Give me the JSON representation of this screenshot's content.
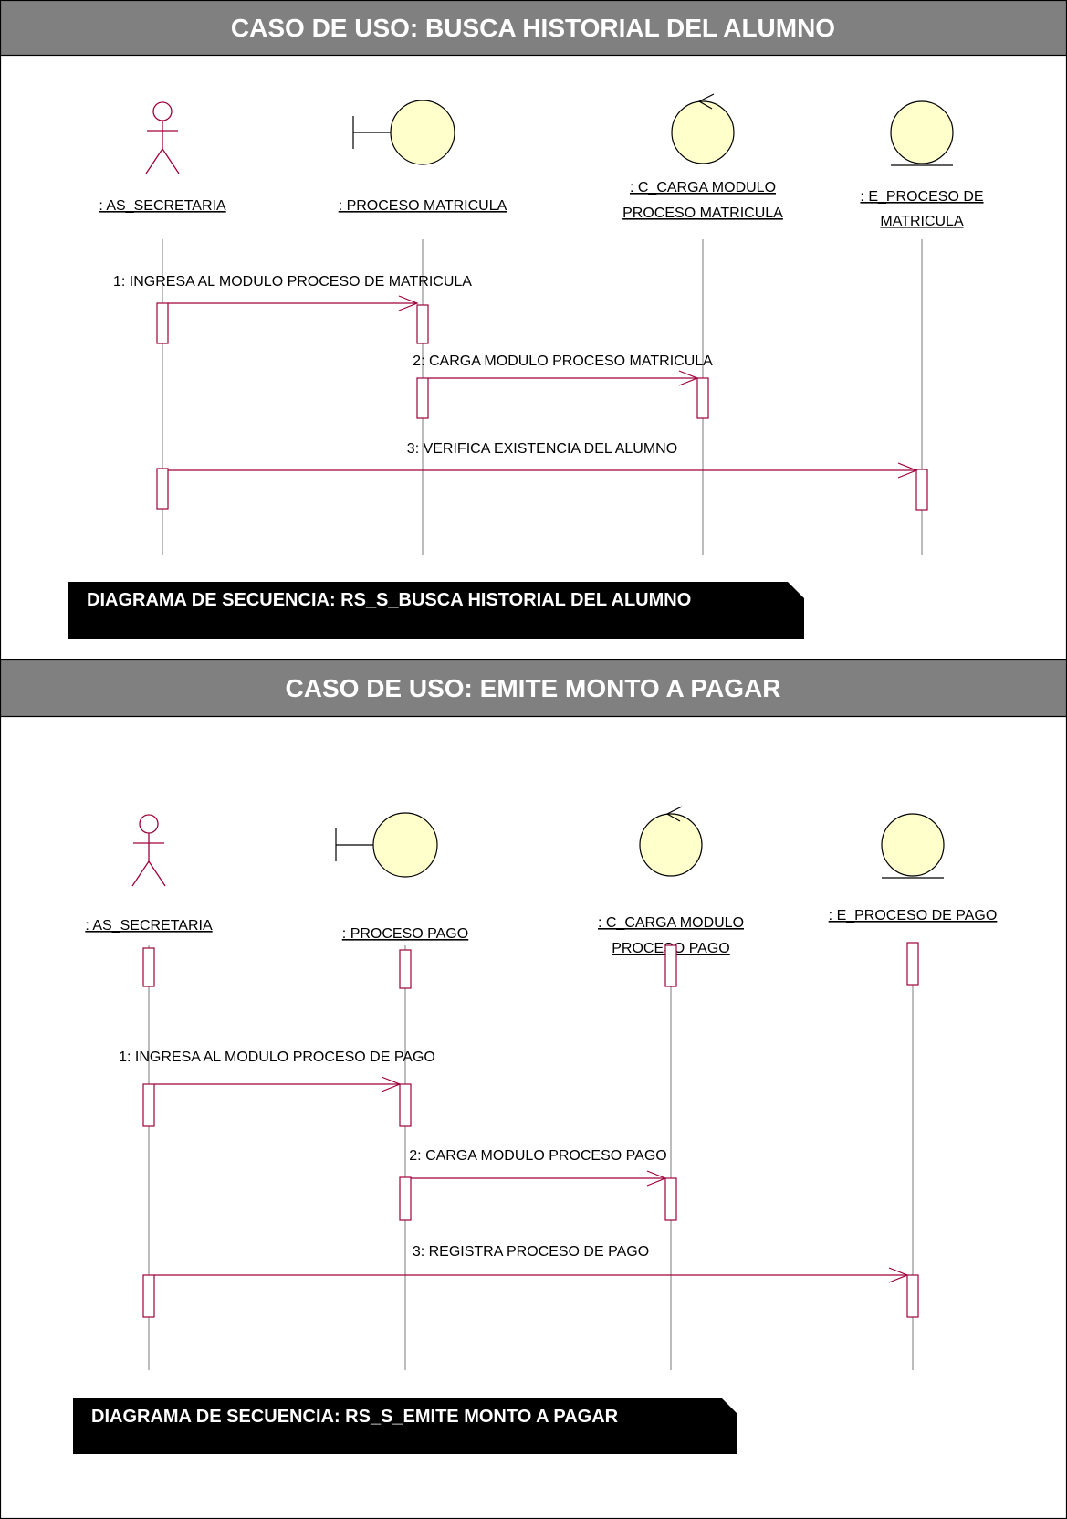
{
  "diagrams": [
    {
      "header": "CASO DE USO: BUSCA HISTORIAL DEL ALUMNO",
      "title": "DIAGRAMA DE SECUENCIA: RS_S_BUSCA HISTORIAL DEL ALUMNO",
      "participants": [
        {
          "kind": "actor",
          "label": [
            ": AS_SECRETARIA"
          ]
        },
        {
          "kind": "boundary",
          "label": [
            ": PROCESO MATRICULA"
          ]
        },
        {
          "kind": "control",
          "label": [
            ": C_CARGA MODULO",
            "PROCESO MATRICULA"
          ]
        },
        {
          "kind": "entity",
          "label": [
            ": E_PROCESO DE",
            "MATRICULA"
          ]
        }
      ],
      "messages": [
        {
          "text": "1: INGRESA AL MODULO PROCESO DE MATRICULA",
          "from": 0,
          "to": 1
        },
        {
          "text": "2: CARGA MODULO PROCESO MATRICULA",
          "from": 1,
          "to": 2
        },
        {
          "text": "3: VERIFICA EXISTENCIA DEL ALUMNO",
          "from": 0,
          "to": 3
        }
      ]
    },
    {
      "header": "CASO DE USO: EMITE MONTO A PAGAR",
      "title": "DIAGRAMA DE SECUENCIA: RS_S_EMITE MONTO A PAGAR",
      "participants": [
        {
          "kind": "actor",
          "label": [
            ": AS_SECRETARIA"
          ]
        },
        {
          "kind": "boundary",
          "label": [
            ": PROCESO PAGO"
          ]
        },
        {
          "kind": "control",
          "label": [
            ": C_CARGA MODULO",
            "PROCESO PAGO"
          ]
        },
        {
          "kind": "entity",
          "label": [
            ": E_PROCESO DE PAGO"
          ]
        }
      ],
      "messages": [
        {
          "text": "1: INGRESA AL MODULO PROCESO DE PAGO",
          "from": 0,
          "to": 1
        },
        {
          "text": "2: CARGA MODULO PROCESO PAGO",
          "from": 1,
          "to": 2
        },
        {
          "text": "3: REGISTRA  PROCESO  DE  PAGO",
          "from": 0,
          "to": 3
        }
      ]
    }
  ]
}
